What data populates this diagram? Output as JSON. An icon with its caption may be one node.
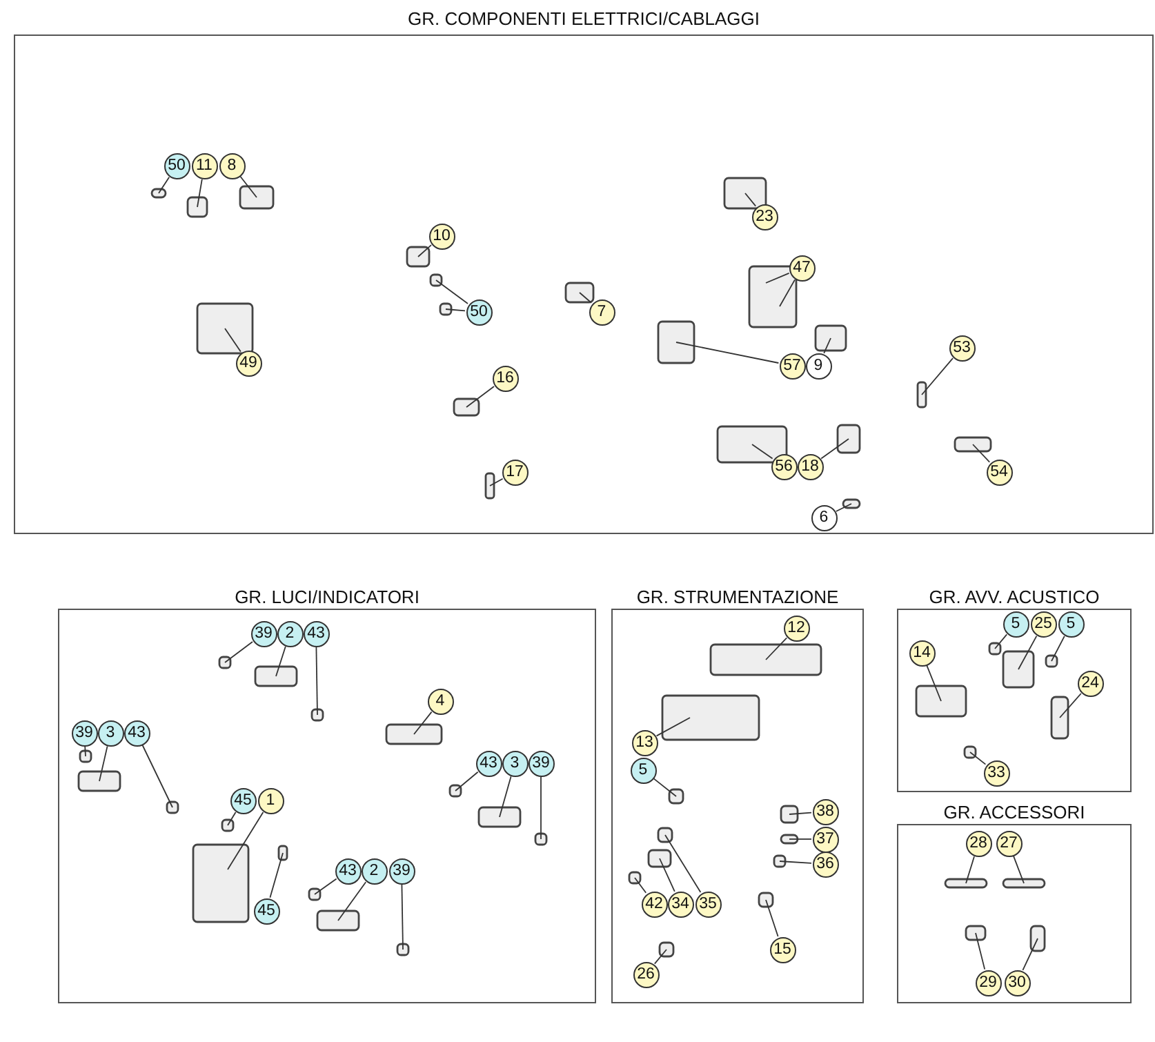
{
  "diagram": {
    "nodes": [
      {
        "text": [
          "GR. COMPONENTI ELETTRICI/CABLAGGI"
        ]
      },
      {
        "text": [
          "50"
        ],
        "in": 0
      },
      {
        "text": [
          "11"
        ],
        "in": 0
      },
      {
        "text": [
          "8"
        ],
        "in": 0
      },
      {
        "text": [
          "10"
        ],
        "in": 0
      },
      {
        "text": [
          "23"
        ],
        "in": 0
      },
      {
        "text": [
          "47"
        ],
        "in": 0
      },
      {
        "text": [
          "7"
        ],
        "in": 0
      },
      {
        "text": [
          "50"
        ],
        "in": 0
      },
      {
        "text": [
          "53"
        ],
        "in": 0
      },
      {
        "text": [
          "49"
        ],
        "in": 0
      },
      {
        "text": [
          "57"
        ],
        "in": 0
      },
      {
        "text": [
          "9"
        ],
        "in": 0
      },
      {
        "text": [
          "16"
        ],
        "in": 0
      },
      {
        "text": [
          "56"
        ],
        "in": 0
      },
      {
        "text": [
          "18"
        ],
        "in": 0
      },
      {
        "text": [
          "17"
        ],
        "in": 0
      },
      {
        "text": [
          "54"
        ],
        "in": 0
      },
      {
        "text": [
          "6"
        ],
        "in": 0
      },
      {
        "text": [
          "GR. LUCI/INDICATORI"
        ]
      },
      {
        "text": [
          "39"
        ],
        "in": 19
      },
      {
        "text": [
          "2"
        ],
        "in": 19
      },
      {
        "text": [
          "43"
        ],
        "in": 19
      },
      {
        "text": [
          "4"
        ],
        "in": 19
      },
      {
        "text": [
          "39"
        ],
        "in": 19
      },
      {
        "text": [
          "3"
        ],
        "in": 19
      },
      {
        "text": [
          "43"
        ],
        "in": 19
      },
      {
        "text": [
          "43"
        ],
        "in": 19
      },
      {
        "text": [
          "3"
        ],
        "in": 19
      },
      {
        "text": [
          "39"
        ],
        "in": 19
      },
      {
        "text": [
          "45"
        ],
        "in": 19
      },
      {
        "text": [
          "1"
        ],
        "in": 19
      },
      {
        "text": [
          "43"
        ],
        "in": 19
      },
      {
        "text": [
          "2"
        ],
        "in": 19
      },
      {
        "text": [
          "39"
        ],
        "in": 19
      },
      {
        "text": [
          "45"
        ],
        "in": 19
      },
      {
        "text": [
          "GR. STRUMENTAZIONE"
        ]
      },
      {
        "text": [
          "12"
        ],
        "in": 36
      },
      {
        "text": [
          "13"
        ],
        "in": 36
      },
      {
        "text": [
          "5"
        ],
        "in": 36
      },
      {
        "text": [
          "38"
        ],
        "in": 36
      },
      {
        "text": [
          "37"
        ],
        "in": 36
      },
      {
        "text": [
          "36"
        ],
        "in": 36
      },
      {
        "text": [
          "42"
        ],
        "in": 36
      },
      {
        "text": [
          "34"
        ],
        "in": 36
      },
      {
        "text": [
          "35"
        ],
        "in": 36
      },
      {
        "text": [
          "15"
        ],
        "in": 36
      },
      {
        "text": [
          "26"
        ],
        "in": 36
      },
      {
        "text": [
          "GR. AVV. ACUSTICO"
        ]
      },
      {
        "text": [
          "5"
        ],
        "in": 48
      },
      {
        "text": [
          "25"
        ],
        "in": 48
      },
      {
        "text": [
          "5"
        ],
        "in": 48
      },
      {
        "text": [
          "14"
        ],
        "in": 48
      },
      {
        "text": [
          "24"
        ],
        "in": 48
      },
      {
        "text": [
          "33"
        ],
        "in": 48
      },
      {
        "text": [
          "GR. ACCESSORI"
        ]
      },
      {
        "text": [
          "28"
        ],
        "in": 55
      },
      {
        "text": [
          "27"
        ],
        "in": 55
      },
      {
        "text": [
          "29"
        ],
        "in": 55
      },
      {
        "text": [
          "30"
        ],
        "in": 55
      }
    ],
    "edges": [
      {
        "from": 1,
        "to": null,
        "arrow": "none"
      },
      {
        "from": 2,
        "to": null,
        "arrow": "none"
      },
      {
        "from": 3,
        "to": null,
        "arrow": "none"
      },
      {
        "from": 4,
        "to": null,
        "arrow": "none"
      },
      {
        "from": 5,
        "to": null,
        "arrow": "none"
      },
      {
        "from": 6,
        "to": null,
        "arrow": "none"
      },
      {
        "from": 6,
        "to": null,
        "arrow": "none"
      },
      {
        "from": 7,
        "to": null,
        "arrow": "none"
      },
      {
        "from": 8,
        "to": null,
        "arrow": "none"
      },
      {
        "from": 8,
        "to": null,
        "arrow": "none"
      },
      {
        "from": 9,
        "to": null,
        "arrow": "none"
      },
      {
        "from": 10,
        "to": null,
        "arrow": "none"
      },
      {
        "from": 11,
        "to": null,
        "arrow": "none"
      },
      {
        "from": 12,
        "to": null,
        "arrow": "none"
      },
      {
        "from": 13,
        "to": null,
        "arrow": "none"
      },
      {
        "from": 14,
        "to": null,
        "arrow": "none"
      },
      {
        "from": 15,
        "to": null,
        "arrow": "none"
      },
      {
        "from": 16,
        "to": null,
        "arrow": "none"
      },
      {
        "from": 17,
        "to": null,
        "arrow": "none"
      },
      {
        "from": 18,
        "to": null,
        "arrow": "none"
      },
      {
        "from": 20,
        "to": null,
        "arrow": "none"
      },
      {
        "from": 21,
        "to": null,
        "arrow": "none"
      },
      {
        "from": 22,
        "to": null,
        "arrow": "none"
      },
      {
        "from": 23,
        "to": null,
        "arrow": "none"
      },
      {
        "from": 24,
        "to": null,
        "arrow": "none"
      },
      {
        "from": 25,
        "to": null,
        "arrow": "none"
      },
      {
        "from": 26,
        "to": null,
        "arrow": "none"
      },
      {
        "from": 27,
        "to": null,
        "arrow": "none"
      },
      {
        "from": 28,
        "to": null,
        "arrow": "none"
      },
      {
        "from": 29,
        "to": null,
        "arrow": "none"
      },
      {
        "from": 30,
        "to": null,
        "arrow": "none"
      },
      {
        "from": 31,
        "to": null,
        "arrow": "none"
      },
      {
        "from": 32,
        "to": null,
        "arrow": "none"
      },
      {
        "from": 33,
        "to": null,
        "arrow": "none"
      },
      {
        "from": 34,
        "to": null,
        "arrow": "none"
      },
      {
        "from": 35,
        "to": null,
        "arrow": "none"
      },
      {
        "from": 37,
        "to": null,
        "arrow": "none"
      },
      {
        "from": 38,
        "to": null,
        "arrow": "none"
      },
      {
        "from": 39,
        "to": null,
        "arrow": "none"
      },
      {
        "from": 40,
        "to": null,
        "arrow": "none"
      },
      {
        "from": 41,
        "to": null,
        "arrow": "none"
      },
      {
        "from": 42,
        "to": null,
        "arrow": "none"
      },
      {
        "from": 43,
        "to": null,
        "arrow": "none"
      },
      {
        "from": 44,
        "to": null,
        "arrow": "none"
      },
      {
        "from": 45,
        "to": null,
        "arrow": "none"
      },
      {
        "from": 46,
        "to": null,
        "arrow": "none"
      },
      {
        "from": 47,
        "to": null,
        "arrow": "none"
      },
      {
        "from": 49,
        "to": null,
        "arrow": "none"
      },
      {
        "from": 50,
        "to": null,
        "arrow": "none"
      },
      {
        "from": 51,
        "to": null,
        "arrow": "none"
      },
      {
        "from": 52,
        "to": null,
        "arrow": "none"
      },
      {
        "from": 53,
        "to": null,
        "arrow": "none"
      },
      {
        "from": 54,
        "to": null,
        "arrow": "none"
      },
      {
        "from": 56,
        "to": null,
        "arrow": "none"
      },
      {
        "from": 57,
        "to": null,
        "arrow": "none"
      },
      {
        "from": 58,
        "to": null,
        "arrow": "none"
      },
      {
        "from": 59,
        "to": null,
        "arrow": "none"
      }
    ]
  }
}
